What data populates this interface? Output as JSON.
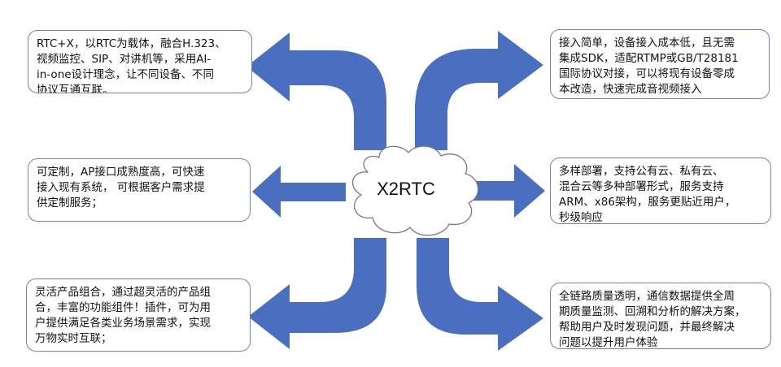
{
  "hub": {
    "label": "X2RTC"
  },
  "boxes": {
    "top_left": "RTC+X，以RTC为载体，融合H.323、\n视频监控、SIP、对讲机等，采用AI-\nin-one设计理念，让不同设备、不同\n协议互通互联。",
    "middle_left": "可定制，AP接口成熟度高，可快速\n接入现有系统， 可根据客户需求提\n供定制服务；",
    "bottom_left": "灵活产品组合，通过超灵活的产品组\n合，丰富的功能组件！插件，可为用\n户提供满足各类业务场景需求，实现\n万物实时互联；",
    "top_right": "接入简单，设备接入成本低，且无需\n集成SDK，适配RTMP或GB/T28181\n国际协议对接，可以将现有设备零成\n本改造，快速完成音视频接入",
    "middle_right": "多样部署，支持公有云、私有云、\n混合云等多种部署形式，服务支持\nARM、x86架构，服务更贴近用户，\n秒级响应",
    "bottom_right": "全链路质量透明，通信数据提供全周\n期质量监测、回溯和分析的解决方案，\n帮助用户及时发现问题，并最终解决\n问题以提升用户体验"
  },
  "colors": {
    "arrow": "#4a6fc0",
    "box_border": "#6b86b5",
    "cloud_stroke": "#7a7a7a"
  }
}
